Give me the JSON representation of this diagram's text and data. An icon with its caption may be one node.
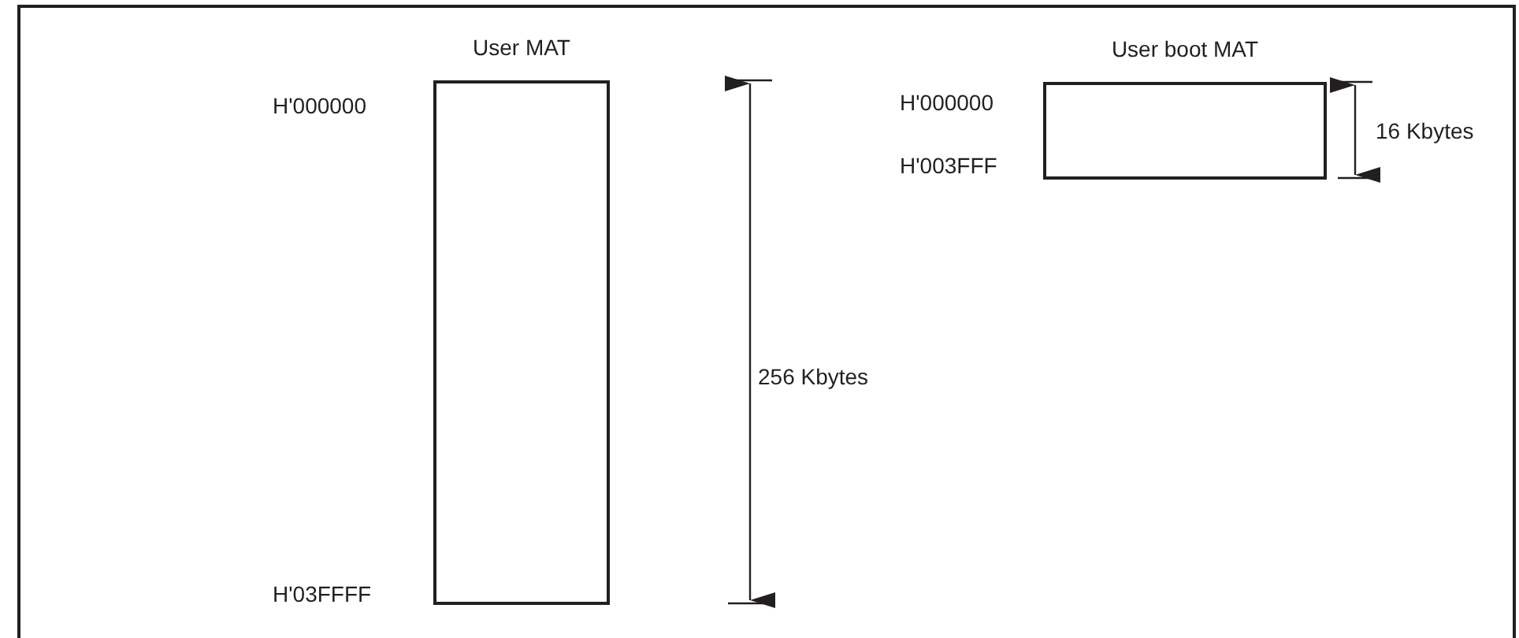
{
  "diagram": {
    "nodes": [
      {
        "text": [
          "User MAT"
        ]
      },
      {
        "text": [
          "User boot MAT"
        ]
      }
    ],
    "labels": [
      "H'000000",
      "H'03FFFF",
      "256 Kbytes",
      "H'000000",
      "H'003FFF",
      "16 Kbytes"
    ]
  }
}
